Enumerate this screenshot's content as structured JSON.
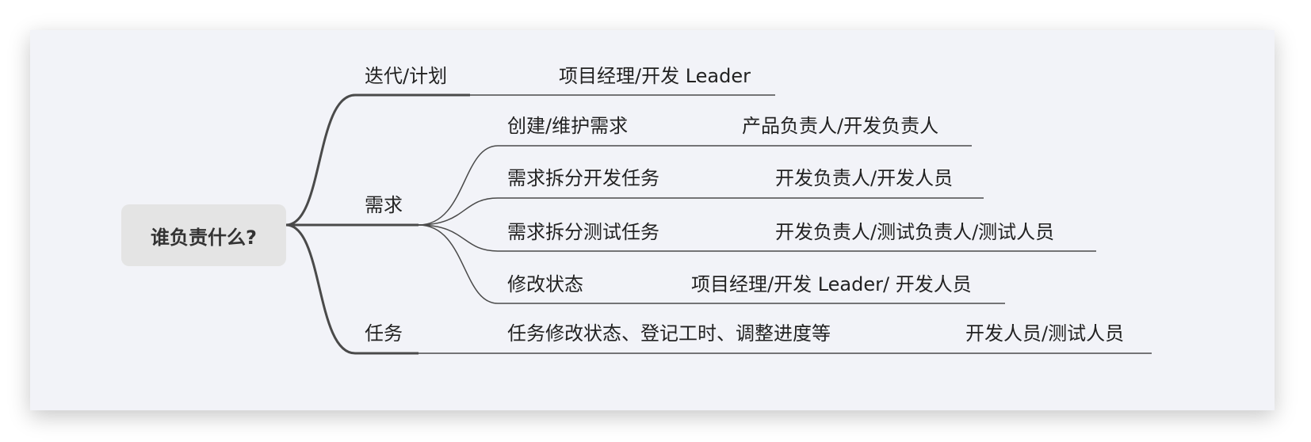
{
  "root": {
    "label": "谁负责什么?"
  },
  "branches": {
    "iteration": {
      "label": "迭代/计划",
      "owner": "项目经理/开发 Leader"
    },
    "requirement": {
      "label": "需求",
      "children": [
        {
          "label": "创建/维护需求",
          "owner": "产品负责人/开发负责人"
        },
        {
          "label": "需求拆分开发任务",
          "owner": "开发负责人/开发人员"
        },
        {
          "label": "需求拆分测试任务",
          "owner": "开发负责人/测试负责人/测试人员"
        },
        {
          "label": "修改状态",
          "owner": "项目经理/开发 Leader/ 开发人员"
        }
      ]
    },
    "task": {
      "label": "任务",
      "children": [
        {
          "label": "任务修改状态、登记工时、调整进度等",
          "owner": "开发人员/测试人员"
        }
      ]
    }
  },
  "colors": {
    "canvas": "#f2f3f8",
    "root_fill": "#e4e4e4",
    "line": "#4a4a4a",
    "text": "#222222"
  }
}
